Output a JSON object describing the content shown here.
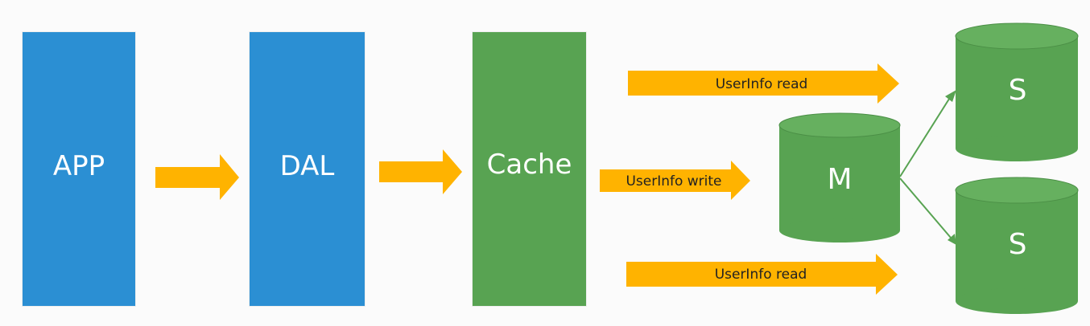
{
  "colors": {
    "blue": "#2b8fd3",
    "green": "#58a352",
    "green_dark": "#4b8f46",
    "green_top": "#66b05f",
    "arrow": "#ffb300",
    "arrow_text": "#222222",
    "connector": "#58a352"
  },
  "boxes": {
    "app": "APP",
    "dal": "DAL",
    "cache": "Cache"
  },
  "arrows": {
    "read_top": "UserInfo  read",
    "write": "UserInfo  write",
    "read_bottom": "UserInfo  read"
  },
  "databases": {
    "master": "M",
    "slave_top": "S",
    "slave_bottom": "S"
  }
}
